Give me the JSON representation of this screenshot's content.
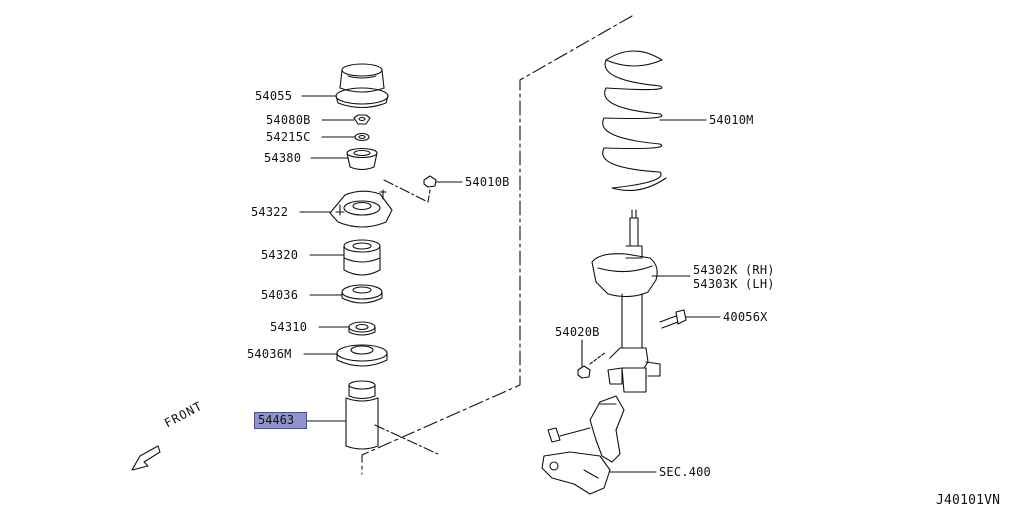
{
  "diagram": {
    "parts": {
      "p54055": "54055",
      "p54080B": "54080B",
      "p54215C": "54215C",
      "p54380": "54380",
      "p54322": "54322",
      "p54320": "54320",
      "p54036": "54036",
      "p54310": "54310",
      "p54036M": "54036M",
      "p54463": "54463",
      "p54010B": "54010B",
      "p54010M": "54010M",
      "p54302K": "54302K (RH)",
      "p54303K": "54303K (LH)",
      "p40056X": "40056X",
      "p54020B": "54020B",
      "sec400": "SEC.400"
    },
    "front_label": "FRONT",
    "diagram_code": "J40101VN",
    "highlight_color": "#8f93c9"
  }
}
